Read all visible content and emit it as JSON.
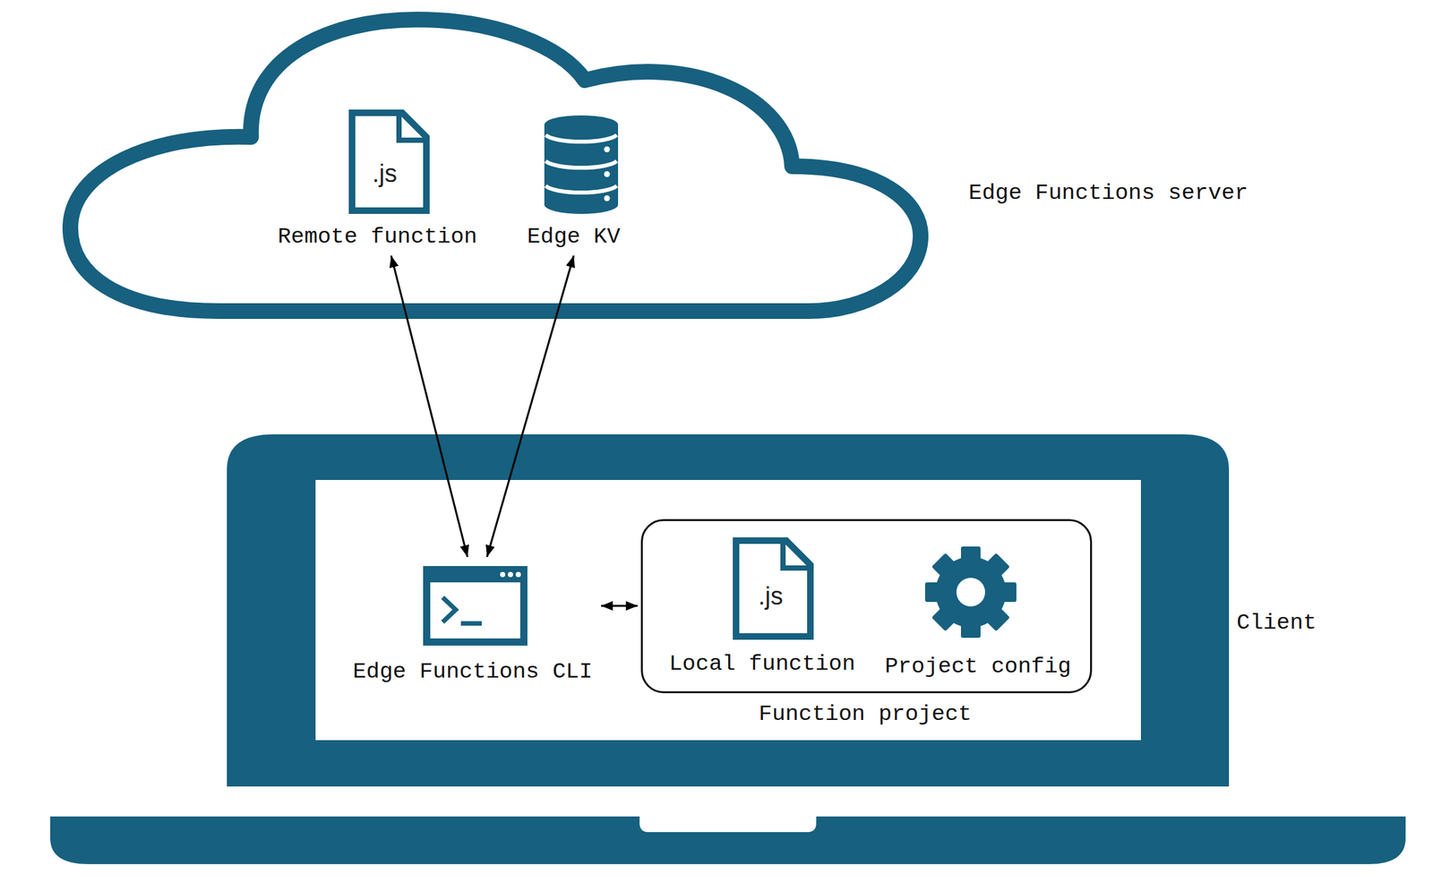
{
  "diagram": {
    "nodes": [
      {
        "text": [
          "Edge Functions server"
        ]
      },
      {
        "text": [
          "Remote function"
        ],
        "in": 0
      },
      {
        "text": [
          "Edge KV"
        ],
        "in": 0
      },
      {
        "text": [
          "Client"
        ]
      },
      {
        "text": [
          "Edge Functions CLI"
        ],
        "in": 3
      },
      {
        "text": [
          "Function project"
        ],
        "in": 3
      },
      {
        "text": [
          "Local function"
        ],
        "in": 5
      },
      {
        "text": [
          "Project config"
        ],
        "in": 5
      }
    ],
    "edges": [
      {
        "from": 4,
        "to": 1,
        "arrow": "both"
      },
      {
        "from": 4,
        "to": 2,
        "arrow": "both"
      },
      {
        "from": 4,
        "to": 5,
        "arrow": "both"
      }
    ],
    "labels": [
      ".js",
      ".js"
    ]
  }
}
